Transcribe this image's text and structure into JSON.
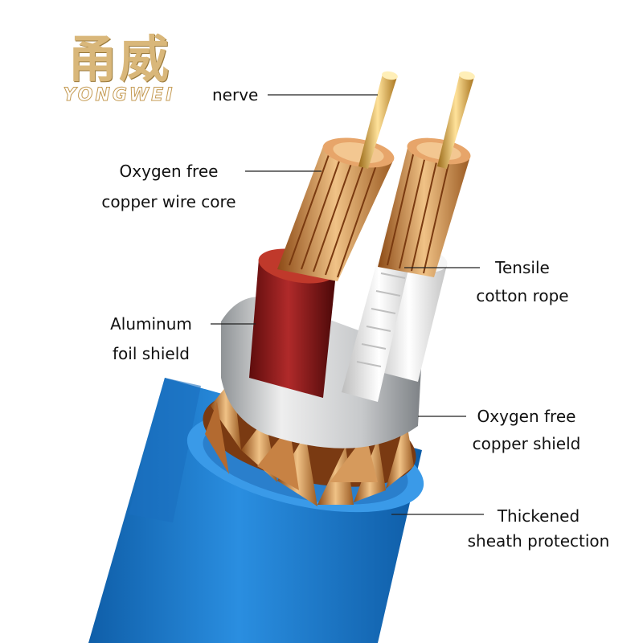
{
  "brand": {
    "name_cn": "甬威",
    "name_en": "YONGWEI"
  },
  "labels": {
    "nerve": "nerve",
    "core_line1": "Oxygen free",
    "core_line2": "copper wire core",
    "rope_line1": "Tensile",
    "rope_line2": "cotton rope",
    "foil_line1": "Aluminum",
    "foil_line2": "foil shield",
    "shield_line1": "Oxygen free",
    "shield_line2": "copper shield",
    "sheath_line1": "Thickened",
    "sheath_line2": "sheath protection"
  },
  "colors": {
    "sheath": "#1f7fd0",
    "copper": "#c88a4a",
    "foil": "#c8cacc",
    "insulation_red": "#8a1a1a",
    "rope": "#eeeeee",
    "gold": "#d9a640"
  }
}
